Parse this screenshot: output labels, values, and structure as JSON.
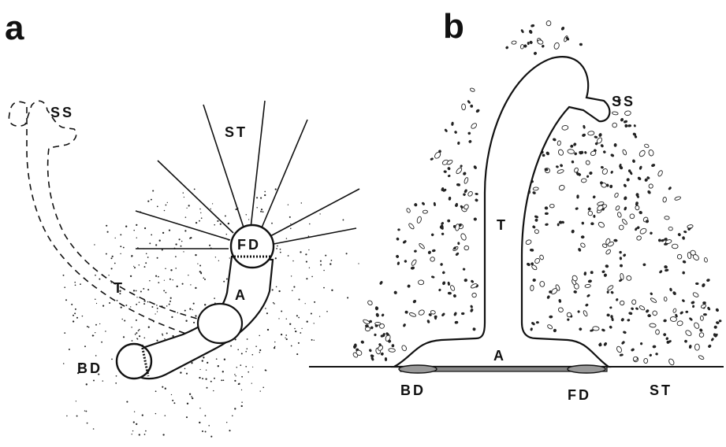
{
  "panels": [
    {
      "letter": "a",
      "labels": {
        "ss": "SS",
        "st": "ST",
        "fd": "FD",
        "t": "T",
        "a": "A",
        "bd": "BD"
      }
    },
    {
      "letter": "b",
      "labels": {
        "ss": "SS",
        "t": "T",
        "a": "A",
        "bd": "BD",
        "fd": "FD",
        "st": "ST"
      }
    }
  ],
  "colors": {
    "ink": "#111111",
    "paper": "#ffffff"
  }
}
